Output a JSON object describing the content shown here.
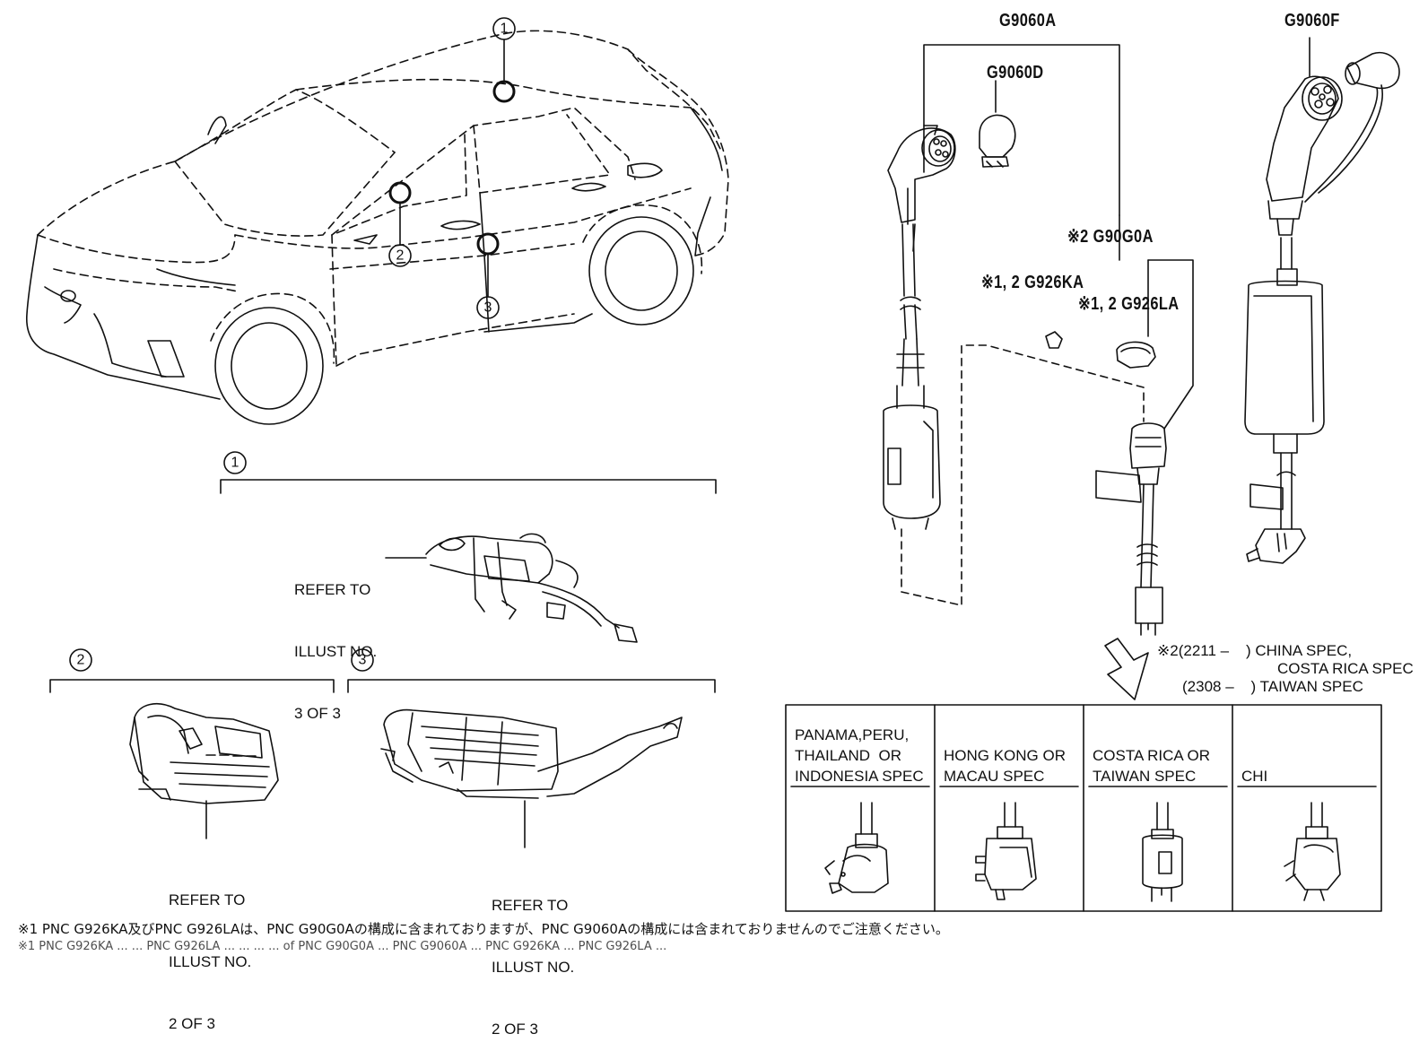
{
  "callouts": [
    "1",
    "2",
    "3"
  ],
  "sections": [
    {
      "number": "1",
      "refer": [
        "REFER TO",
        "ILLUST NO.",
        "3 OF 3"
      ]
    },
    {
      "number": "2",
      "refer": [
        "REFER TO",
        "ILLUST NO.",
        "2 OF 3"
      ]
    },
    {
      "number": "3",
      "refer": [
        "REFER TO",
        "ILLUST NO.",
        "2 OF 3"
      ]
    }
  ],
  "parts": {
    "g9060a": "G9060A",
    "g9060d": "G9060D",
    "g9060f": "G9060F",
    "g90g0a": "※2 G90G0A",
    "g926ka": "※1, 2 G926KA",
    "g926la": "※1, 2 G926LA"
  },
  "spec_note": {
    "line1": "※2(2211 –    ) CHINA SPEC,",
    "line2": "COSTA RICA SPEC",
    "line3": "(2308 –    ) TAIWAN SPEC"
  },
  "plug_table": [
    {
      "label": "PANAMA,PERU,\nTHAILAND  OR\nINDONESIA SPEC",
      "plug": "schuko-plug"
    },
    {
      "label": "HONG KONG OR\nMACAU SPEC",
      "plug": "type-g-plug"
    },
    {
      "label": "COSTA RICA OR\nTAIWAN SPEC",
      "plug": "type-b-plug"
    },
    {
      "label": "CHI",
      "plug": "type-i-plug"
    }
  ],
  "footnotes": [
    "※1 PNC G926KA及びPNC G926LAは、PNC G90G0Aの構成に含まれておりますが、PNC G9060Aの構成には含まれておりませんのでご注意ください。",
    "※1 PNC G926KA ... ... PNC G926LA ... ... ... ... of PNC G90G0A ... PNC G9060A ... PNC G926KA ... PNC G926LA ..."
  ]
}
